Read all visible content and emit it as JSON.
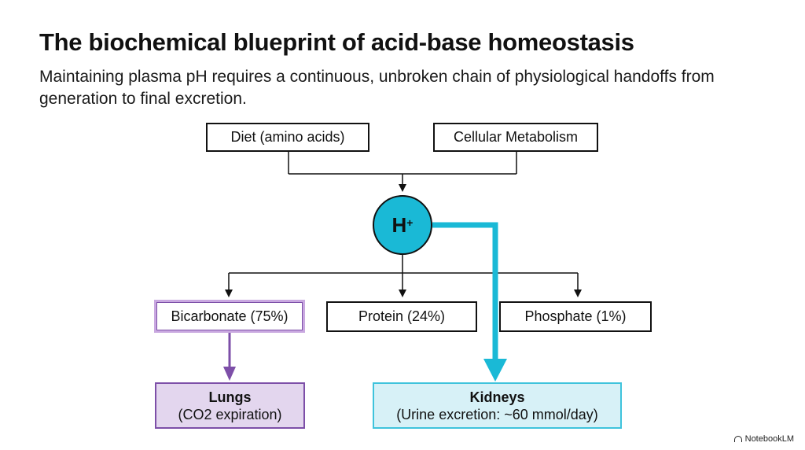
{
  "title": "The biochemical blueprint of acid-base homeostasis",
  "subtitle": "Maintaining plasma pH requires a continuous, unbroken chain of physiological handoffs from generation to final excretion.",
  "sources": {
    "diet": "Diet (amino acids)",
    "cellular": "Cellular Metabolism"
  },
  "hion": {
    "symbol": "H",
    "charge": "+"
  },
  "buffers": {
    "bicarbonate": "Bicarbonate (75%)",
    "protein": "Protein (24%)",
    "phosphate": "Phosphate (1%)"
  },
  "lungs": {
    "name": "Lungs",
    "detail": "(CO2 expiration)"
  },
  "kidneys": {
    "name": "Kidneys",
    "detail": "(Urine excretion: ~60 mmol/day)"
  },
  "brand": "NotebookLM",
  "colors": {
    "hydrogen_fill": "#1ab9d6",
    "kidney_path": "#1ab9d6",
    "lung_path": "#7d4fa8",
    "lungs_fill": "#e3d6ee",
    "kidneys_fill": "#d7f1f7"
  }
}
